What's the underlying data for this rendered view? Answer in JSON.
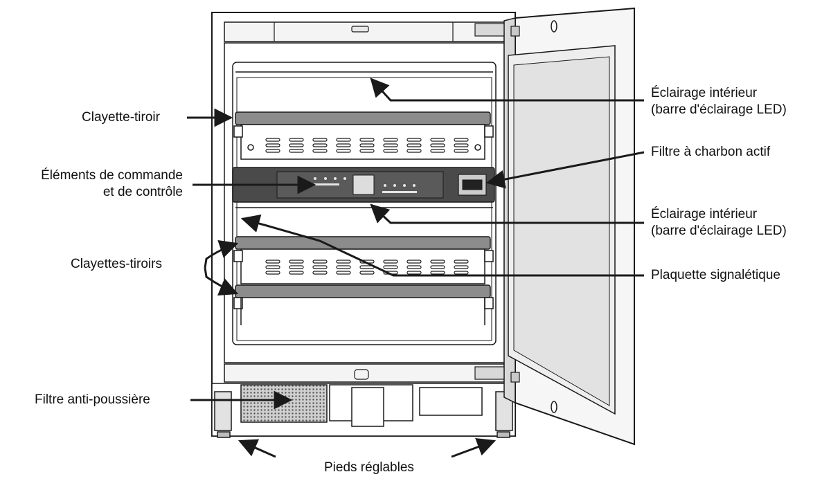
{
  "labels": {
    "drawer_shelf": "Clayette-tiroir",
    "controls_line1": "Éléments de commande",
    "controls_line2": "et de contrôle",
    "drawer_shelves": "Clayettes-tiroirs",
    "dust_filter": "Filtre anti-poussière",
    "adjustable_feet": "Pieds réglables",
    "interior_light_top_line1": "Éclairage intérieur",
    "interior_light_top_line2": "(barre d'éclairage LED)",
    "charcoal_filter": "Filtre à charbon actif",
    "interior_light_mid_line1": "Éclairage intérieur",
    "interior_light_mid_line2": "(barre d'éclairage LED)",
    "rating_plate": "Plaquette signalétique"
  },
  "colors": {
    "line": "#1a1a1a",
    "panel": "#4a4a4a",
    "shelf_bar": "#8c8c8c",
    "filter": "#9a9a9a"
  }
}
